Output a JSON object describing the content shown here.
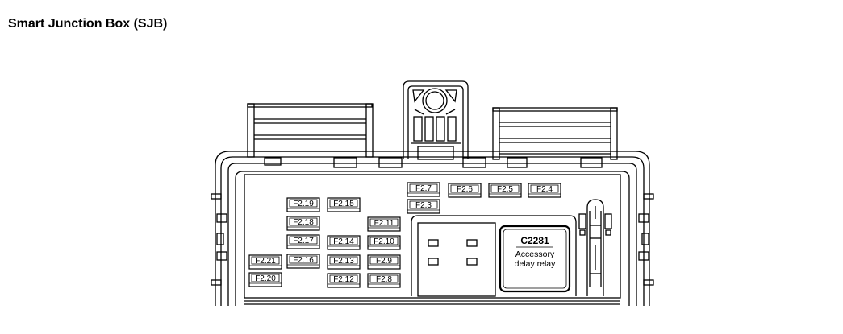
{
  "title": "Smart Junction Box (SJB)",
  "fuses": [
    {
      "id": "F2.7"
    },
    {
      "id": "F2.6"
    },
    {
      "id": "F2.5"
    },
    {
      "id": "F2.4"
    },
    {
      "id": "F2.3"
    },
    {
      "id": "F2.19"
    },
    {
      "id": "F2.15"
    },
    {
      "id": "F2.18"
    },
    {
      "id": "F2.11"
    },
    {
      "id": "F2.17"
    },
    {
      "id": "F2.14"
    },
    {
      "id": "F2.10"
    },
    {
      "id": "F2.21"
    },
    {
      "id": "F2.16"
    },
    {
      "id": "F2.13"
    },
    {
      "id": "F2.9"
    },
    {
      "id": "F2.20"
    },
    {
      "id": "F2.12"
    },
    {
      "id": "F2.8"
    }
  ],
  "relay": {
    "connector": "C2281",
    "line1": "Accessory",
    "line2": "delay relay"
  },
  "colors": {
    "line": "#000000",
    "background": "#ffffff"
  }
}
